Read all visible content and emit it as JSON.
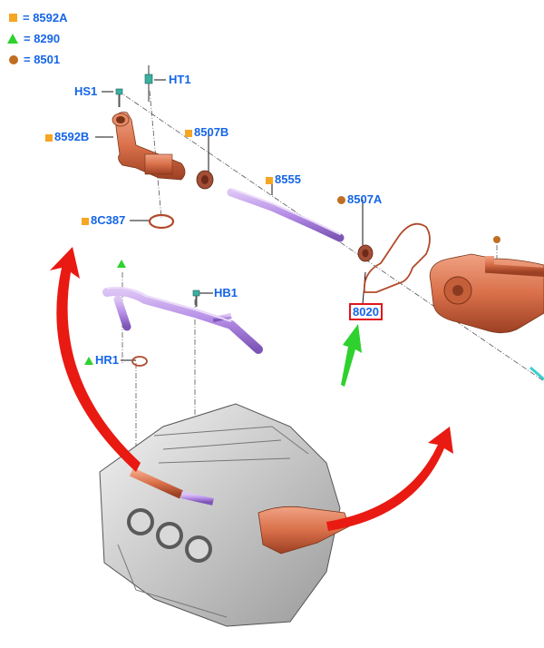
{
  "legend": [
    {
      "symbol": "square",
      "color": "#f5a623",
      "text": "= 8592A"
    },
    {
      "symbol": "triangle",
      "color": "#2ed12e",
      "text": "= 8290"
    },
    {
      "symbol": "circle",
      "color": "#c06e22",
      "text": "= 8501"
    }
  ],
  "callouts": {
    "hs1": "HS1",
    "ht1": "HT1",
    "c8592b": "8592B",
    "c8507b": "8507B",
    "c8555": "8555",
    "c8c387": "8C387",
    "c8507a": "8507A",
    "c8020": "8020",
    "hb1": "HB1",
    "hr1": "HR1"
  },
  "colors": {
    "label": "#1565e6",
    "copper": "#d9704a",
    "purple": "#b48ce6",
    "red_arrow": "#e81a12",
    "green_arrow": "#2ed12e",
    "highlight_box": "#e0151b"
  }
}
